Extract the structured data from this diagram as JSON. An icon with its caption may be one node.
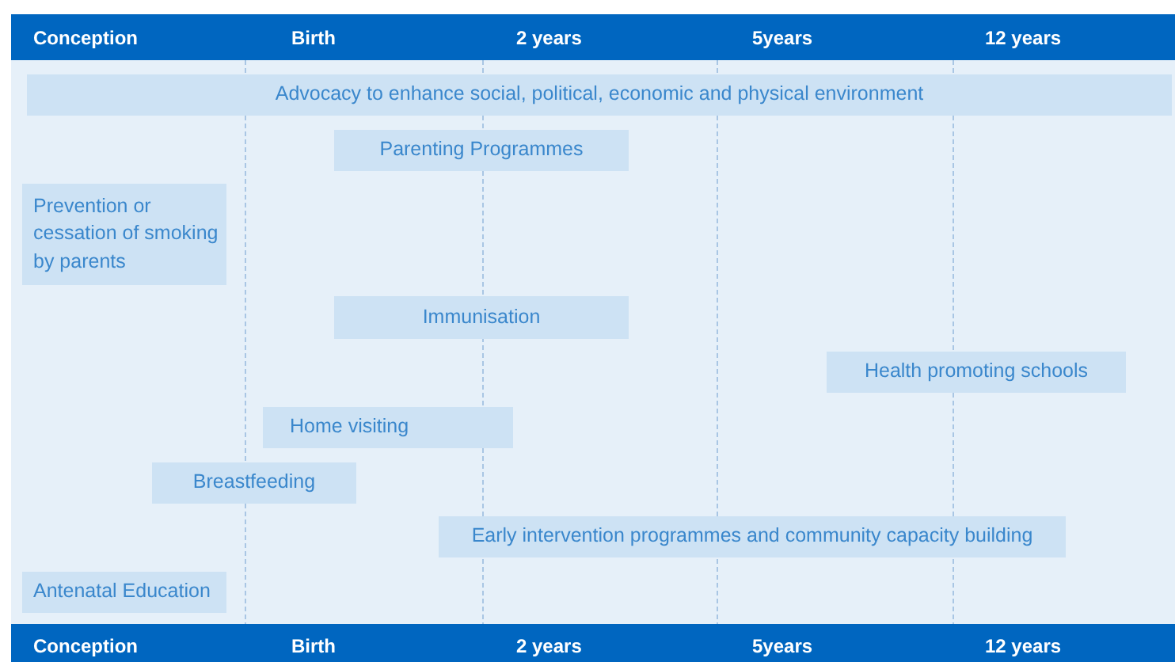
{
  "diagram": {
    "nodes": [
      {
        "text": [
          "Advocacy to enhance social, political, economic and physical environment"
        ]
      },
      {
        "text": [
          "Parenting Programmes"
        ]
      },
      {
        "text": [
          "Prevention or cessation of smoking by parents"
        ]
      },
      {
        "text": [
          "Immunisation"
        ]
      },
      {
        "text": [
          "Health promoting schools"
        ]
      },
      {
        "text": [
          "Home visiting"
        ]
      },
      {
        "text": [
          "Breastfeeding"
        ]
      },
      {
        "text": [
          "Early intervention programmes and community capacity building"
        ]
      },
      {
        "text": [
          "Antenatal Education"
        ]
      }
    ],
    "labels": [
      "Conception",
      "Birth",
      "2 years",
      "5years",
      "12 years",
      "Conception",
      "Birth",
      "2 years",
      "5years",
      "12 years"
    ]
  }
}
